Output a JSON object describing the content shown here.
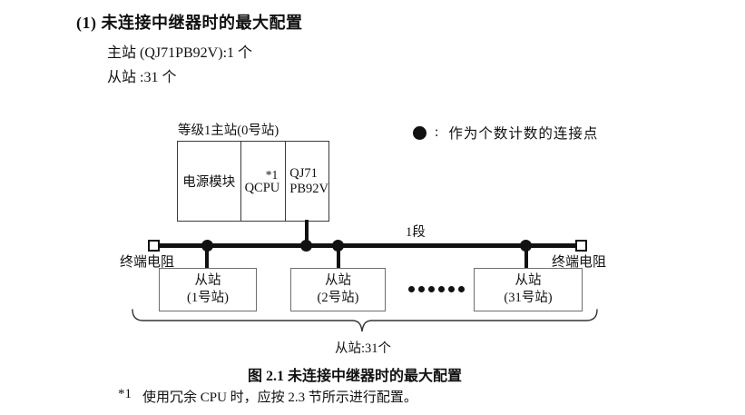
{
  "heading": {
    "title": "(1) 未连接中继器时的最大配置",
    "master_line": "主站 (QJ71PB92V):1 个",
    "slave_line": "从站 :31 个"
  },
  "legend": {
    "separator": ":",
    "text": "作为个数计数的连接点"
  },
  "diagram": {
    "master": {
      "label": "等级1主站(0号站)",
      "modules": {
        "power": "电源模块",
        "cpu": "QCPU",
        "cpu_note": "*1",
        "pb_line1": "QJ71",
        "pb_line2": "PB92V"
      }
    },
    "bus": {
      "segment_label": "1段",
      "terminator_left": "终端电阻",
      "terminator_right": "终端电阻"
    },
    "slaves": [
      {
        "line1": "从站",
        "line2": "(1号站)"
      },
      {
        "line1": "从站",
        "line2": "(2号站)"
      },
      {
        "line1": "从站",
        "line2": "(31号站)"
      }
    ],
    "brace_label": "从站:31个"
  },
  "caption": "图 2.1 未连接中继器时的最大配置",
  "footnote": {
    "ref": "*1",
    "text": "使用冗余 CPU 时，应按 2.3 节所示进行配置。"
  }
}
